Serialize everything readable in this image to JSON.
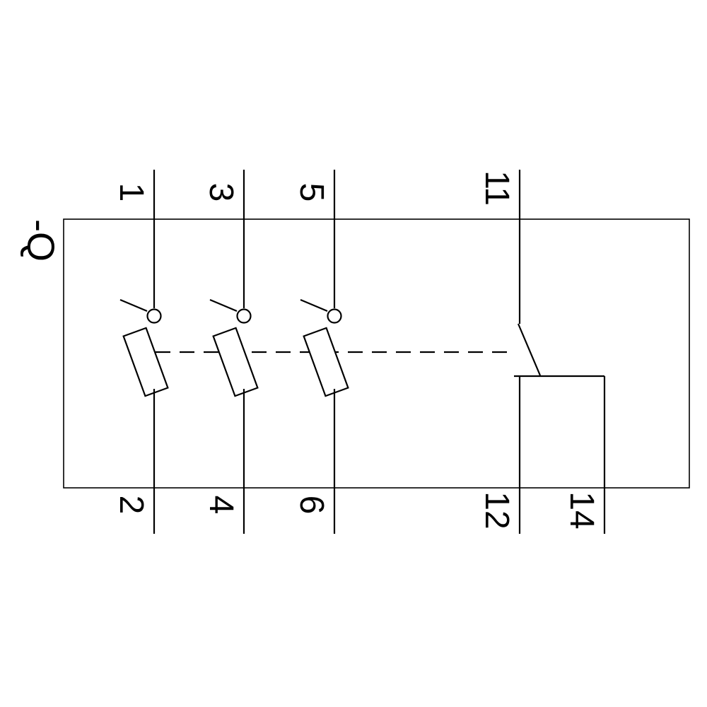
{
  "diagram": {
    "type": "electrical-schematic",
    "description": "3-pole circuit breaker / motor starter protector symbol with thermal overload elements and auxiliary changeover contact",
    "device_label": "-Q",
    "poles": [
      {
        "top_terminal": "1",
        "bottom_terminal": "2"
      },
      {
        "top_terminal": "3",
        "bottom_terminal": "4"
      },
      {
        "top_terminal": "5",
        "bottom_terminal": "6"
      }
    ],
    "aux_contact": {
      "top_terminal": "11",
      "nc_bottom_terminal": "12",
      "no_bottom_terminal": "14"
    },
    "colors": {
      "line": "#000000",
      "background": "#ffffff"
    }
  }
}
